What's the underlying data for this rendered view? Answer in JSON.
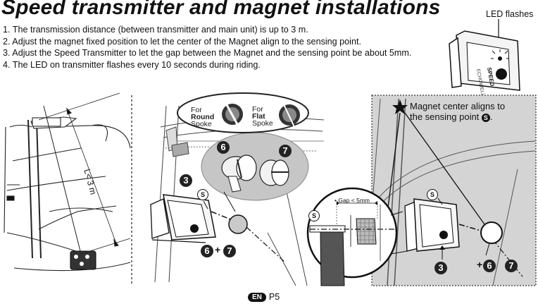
{
  "title": "Speed transmitter and magnet installations",
  "instructions": [
    "1. The transmission distance (between transmitter and main unit) is up to 3 m.",
    "2. Adjust the magnet  fixed position to let the center of the Magnet align to the sensing point.",
    "3. Adjust the Speed Transmitter to let the gap between the Magnet and the sensing point be about 5mm.",
    "4. The LED on transmitter flashes every 10 seconds during riding."
  ],
  "led_label": "LED flashes",
  "distance_label": "L< 3 m",
  "spoke_types": {
    "round": {
      "line1": "For",
      "line2": "Round",
      "line3": "Spoke"
    },
    "flat": {
      "line1": "For",
      "line2": "Flat",
      "line3": "Spoke"
    }
  },
  "callout": {
    "line1": "Magnet center aligns to",
    "line2": "the sensing point",
    "symbol": "S",
    "end": "."
  },
  "gap_label": "• Gap < 5mm",
  "badges": {
    "three": "3",
    "six": "6",
    "seven": "7",
    "sensor": "S",
    "plus": "+"
  },
  "device_text": {
    "brand": "ECHOWELL",
    "model": "SPEED"
  },
  "footer": {
    "lang": "EN",
    "page": "P5"
  }
}
